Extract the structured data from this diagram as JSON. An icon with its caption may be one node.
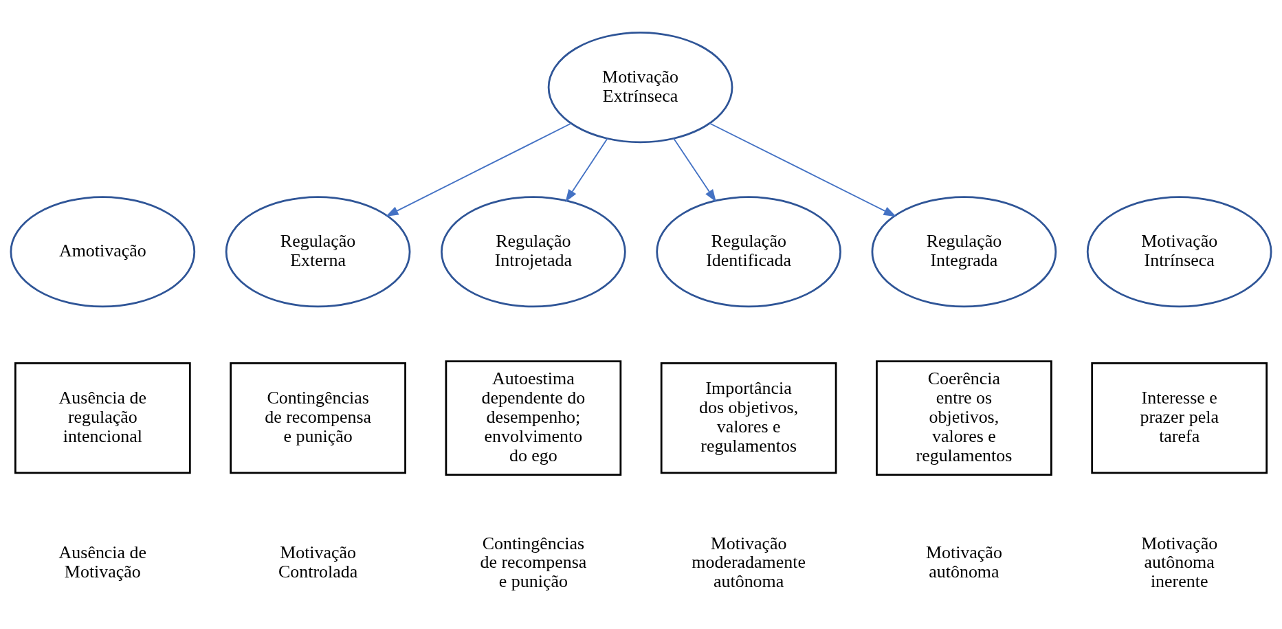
{
  "diagram": {
    "nodes": [
      {
        "text": [
          "Motivação Extrínseca"
        ]
      },
      {
        "text": [
          "Amotivação"
        ]
      },
      {
        "text": [
          "Motivação Intrínseca"
        ]
      },
      {
        "text": [
          "Regulação Externa"
        ]
      },
      {
        "text": [
          "Regulação Introjetada"
        ]
      },
      {
        "text": [
          "Regulação Identificada"
        ]
      },
      {
        "text": [
          "Regulação Integrada"
        ]
      },
      {
        "text": [
          "Ausência de regulação intencional"
        ]
      },
      {
        "text": [
          "Contingências de recompensa e punição"
        ]
      },
      {
        "text": [
          "Autoestima dependente do desempenho; envolvimento do ego"
        ]
      },
      {
        "text": [
          "Importância dos objetivos, valores e regulamentos"
        ]
      },
      {
        "text": [
          "Coerência entre os objetivos, valores e regulamentos"
        ]
      },
      {
        "text": [
          "Interesse e prazer pela tarefa"
        ]
      }
    ],
    "edges": [
      {
        "from": 0,
        "to": 3,
        "arrow": "to"
      },
      {
        "from": 0,
        "to": 4,
        "arrow": "to"
      },
      {
        "from": 0,
        "to": 5,
        "arrow": "to"
      },
      {
        "from": 0,
        "to": 6,
        "arrow": "to"
      }
    ],
    "labels": [
      "Ausência de Motivação",
      "Motivação Controlada",
      "Contingências de recompensa e punição",
      "Motivação moderadamente autônoma",
      "Motivação autônoma",
      "Motivação autônoma inerente"
    ]
  }
}
